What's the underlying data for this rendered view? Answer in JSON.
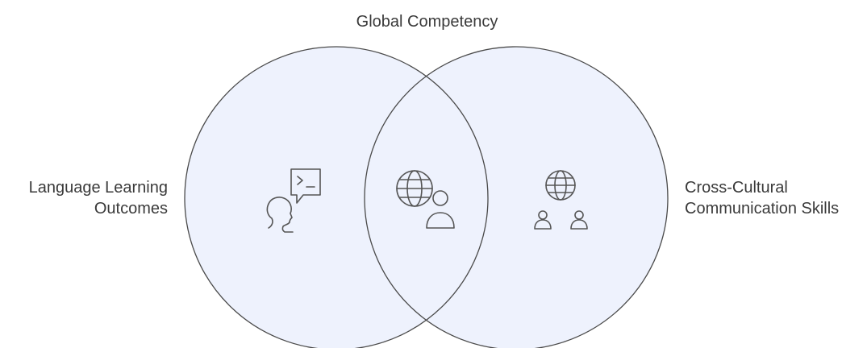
{
  "diagram": {
    "title": "Global Competency",
    "left_set": {
      "label_line1": "Language Learning",
      "label_line2": "Outcomes",
      "icon": "speaking-person-icon"
    },
    "right_set": {
      "label_line1": "Cross-Cultural",
      "label_line2": "Communication Skills",
      "icon": "globe-with-people-icon"
    },
    "intersection": {
      "icon": "globe-user-icon"
    }
  },
  "colors": {
    "circle_fill": "#eef2fd",
    "circle_stroke": "#4a4a4a",
    "icon_stroke": "#555555",
    "text": "#3a3a3a"
  }
}
